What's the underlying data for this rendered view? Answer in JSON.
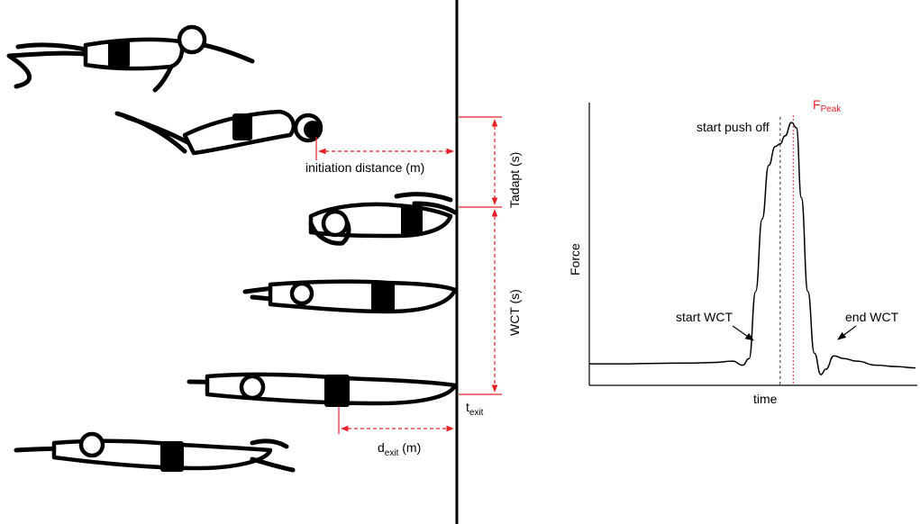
{
  "diagram": {
    "labels": {
      "initiation_distance": "initiation distance (m)",
      "tadapt": "Tadapt (s)",
      "wct": "WCT (s)",
      "t_exit_main": "t",
      "t_exit_sub": "exit",
      "d_exit_main": "d",
      "d_exit_sub": "exit",
      "d_exit_unit": " (m)"
    },
    "colors": {
      "annotation_red": "#e8202a",
      "wall": "#000000"
    }
  },
  "chart_data": {
    "type": "line",
    "title": "",
    "xlabel": "time",
    "ylabel": "Force",
    "grid": false,
    "series": [
      {
        "name": "",
        "points": [
          [
            0,
            0.08
          ],
          [
            10,
            0.08
          ],
          [
            20,
            0.082
          ],
          [
            30,
            0.083
          ],
          [
            38,
            0.085
          ],
          [
            44,
            0.09
          ],
          [
            47,
            0.075
          ],
          [
            49,
            0.1
          ],
          [
            51,
            0.35
          ],
          [
            53,
            0.62
          ],
          [
            55,
            0.82
          ],
          [
            57,
            0.89
          ],
          [
            58.5,
            0.9
          ],
          [
            60,
            0.93
          ],
          [
            62,
            0.98
          ],
          [
            63.5,
            0.96
          ],
          [
            65,
            0.7
          ],
          [
            67,
            0.35
          ],
          [
            69,
            0.12
          ],
          [
            71,
            0.04
          ],
          [
            72.5,
            0.06
          ],
          [
            75,
            0.11
          ],
          [
            78,
            0.1
          ],
          [
            82,
            0.09
          ],
          [
            88,
            0.075
          ],
          [
            94,
            0.07
          ],
          [
            100,
            0.065
          ]
        ]
      }
    ],
    "annotations": {
      "start_push_off": "start push off",
      "f_peak_main": "F",
      "f_peak_sub": "Peak",
      "start_wct": "start WCT",
      "end_wct": "end WCT"
    },
    "markers": {
      "push_off_x": 58.5,
      "peak_x": 62.5
    }
  }
}
